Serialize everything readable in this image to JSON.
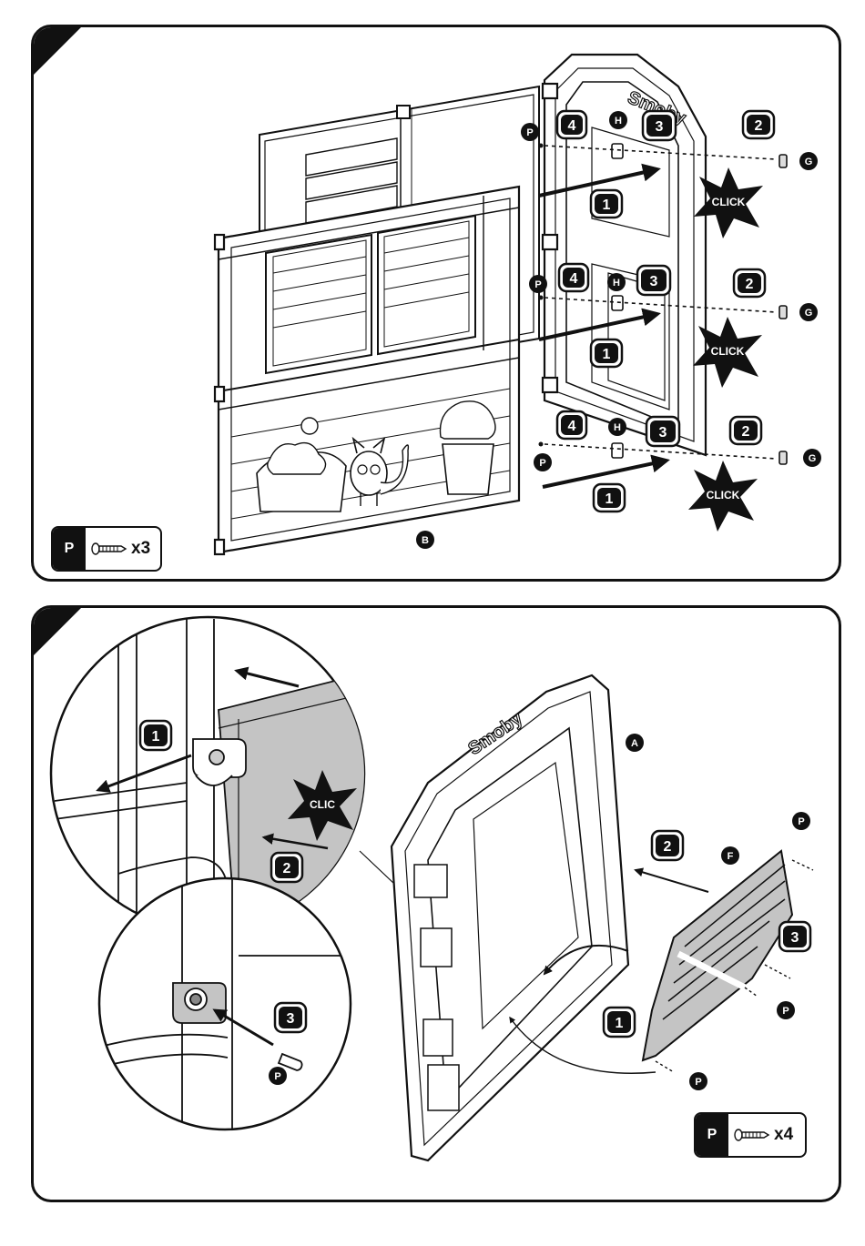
{
  "step_top": {
    "part_b_label": "B",
    "part_h_label": "H",
    "part_g_label": "G",
    "part_p_label": "P",
    "step_1": "1",
    "step_2": "2",
    "step_3": "3",
    "step_4": "4",
    "click_label": "CLICK",
    "legend": {
      "part": "P",
      "quantity": "x3"
    }
  },
  "step_bottom": {
    "part_a_label": "A",
    "part_f_label": "F",
    "part_p_label": "P",
    "step_1": "1",
    "step_2": "2",
    "step_3": "3",
    "clic_label": "CLIC",
    "legend": {
      "part": "P",
      "quantity": "x4"
    }
  },
  "colors": {
    "ink": "#111111",
    "panel_gray": "#c4c4c4",
    "paper": "#ffffff"
  },
  "icons": [
    "screw-icon",
    "click-star-icon",
    "arrow-icon",
    "step-number-badge"
  ]
}
